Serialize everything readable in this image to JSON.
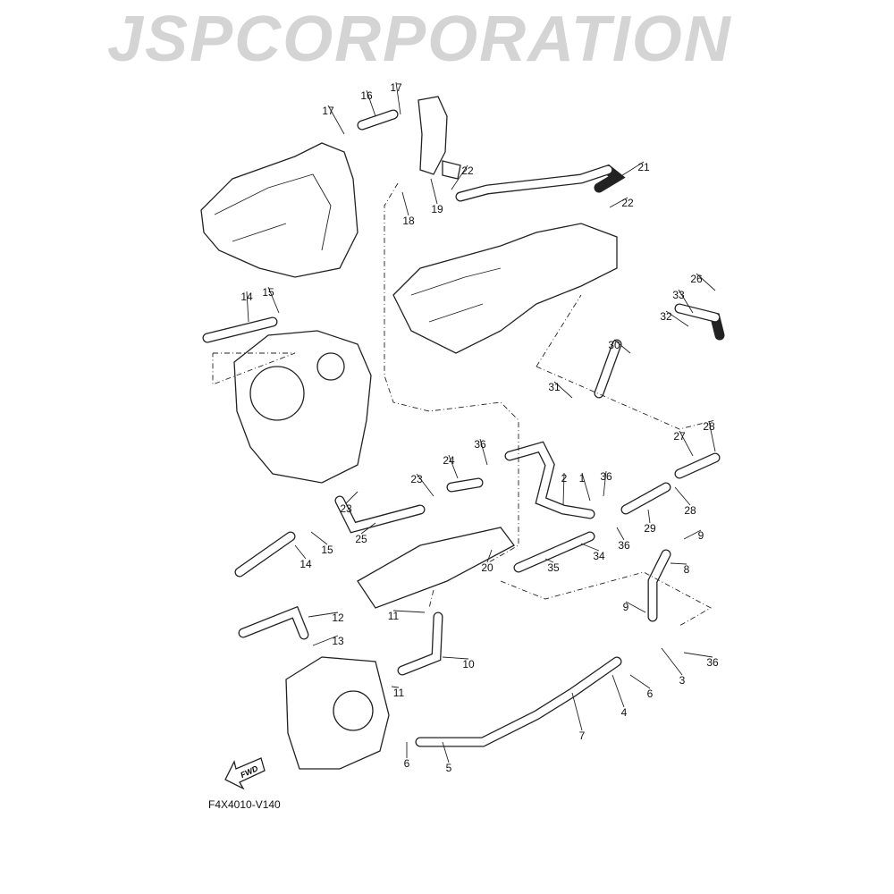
{
  "diagram": {
    "part_code": "F4X4010-V140",
    "fwd_label": "FWD",
    "watermark": "JSPCORPORATION",
    "callouts": [
      "17",
      "16",
      "17",
      "22",
      "21",
      "22",
      "18",
      "19",
      "26",
      "33",
      "32",
      "30",
      "14",
      "15",
      "31",
      "27",
      "28",
      "36",
      "24",
      "23",
      "23",
      "25",
      "2",
      "1",
      "36",
      "29",
      "28",
      "9",
      "36",
      "34",
      "35",
      "8",
      "20",
      "14",
      "15",
      "12",
      "11",
      "13",
      "9",
      "10",
      "36",
      "3",
      "11",
      "6",
      "4",
      "7",
      "6",
      "5"
    ]
  }
}
